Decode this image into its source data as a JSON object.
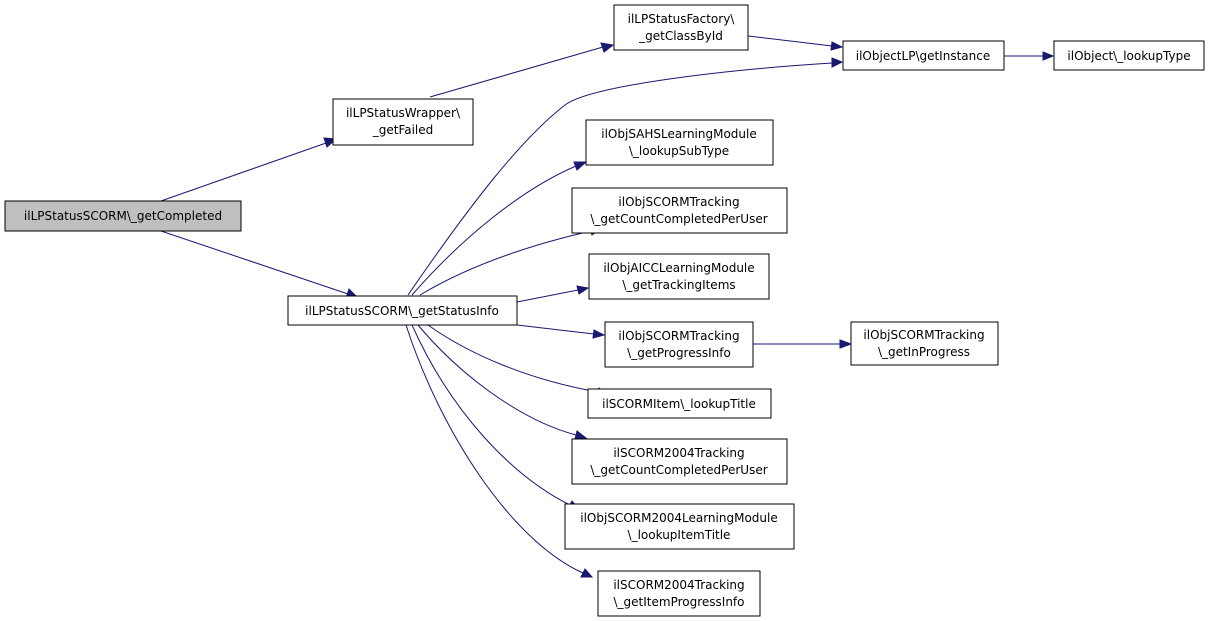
{
  "nodes": {
    "root": [
      "ilLPStatusSCORM\\_getCompleted"
    ],
    "wrapper": [
      "ilLPStatusWrapper\\",
      "_getFailed"
    ],
    "factory": [
      "ilLPStatusFactory\\",
      "_getClassById"
    ],
    "objectlp": [
      "ilObjectLP\\getInstance"
    ],
    "lookuptype": [
      "ilObject\\_lookupType"
    ],
    "statusinfo": [
      "ilLPStatusSCORM\\_getStatusInfo"
    ],
    "sahs": [
      "ilObjSAHSLearningModule",
      "\\_lookupSubType"
    ],
    "scormcount": [
      "ilObjSCORMTracking",
      "\\_getCountCompletedPerUser"
    ],
    "aicc": [
      "ilObjAICCLearningModule",
      "\\_getTrackingItems"
    ],
    "progressinfo": [
      "ilObjSCORMTracking",
      "\\_getProgressInfo"
    ],
    "inprogress": [
      "ilObjSCORMTracking",
      "\\_getInProgress"
    ],
    "scormitem": [
      "ilSCORMItem\\_lookupTitle"
    ],
    "s2004count": [
      "ilSCORM2004Tracking",
      "\\_getCountCompletedPerUser"
    ],
    "s2004lm": [
      "ilObjSCORM2004LearningModule",
      "\\_lookupItemTitle"
    ],
    "s2004progress": [
      "ilSCORM2004Tracking",
      "\\_getItemProgressInfo"
    ]
  },
  "edges": [
    {
      "from": "root",
      "to": "wrapper"
    },
    {
      "from": "root",
      "to": "statusinfo"
    },
    {
      "from": "wrapper",
      "to": "factory"
    },
    {
      "from": "factory",
      "to": "objectlp"
    },
    {
      "from": "objectlp",
      "to": "lookuptype"
    },
    {
      "from": "statusinfo",
      "to": "objectlp"
    },
    {
      "from": "statusinfo",
      "to": "sahs"
    },
    {
      "from": "statusinfo",
      "to": "scormcount"
    },
    {
      "from": "statusinfo",
      "to": "aicc"
    },
    {
      "from": "statusinfo",
      "to": "progressinfo"
    },
    {
      "from": "statusinfo",
      "to": "scormitem"
    },
    {
      "from": "statusinfo",
      "to": "s2004count"
    },
    {
      "from": "statusinfo",
      "to": "s2004lm"
    },
    {
      "from": "statusinfo",
      "to": "s2004progress"
    },
    {
      "from": "progressinfo",
      "to": "inprogress"
    }
  ],
  "colors": {
    "edge": "#191970",
    "root_fill": "#bfbfbf",
    "node_fill": "#ffffff",
    "node_border": "#000000"
  }
}
